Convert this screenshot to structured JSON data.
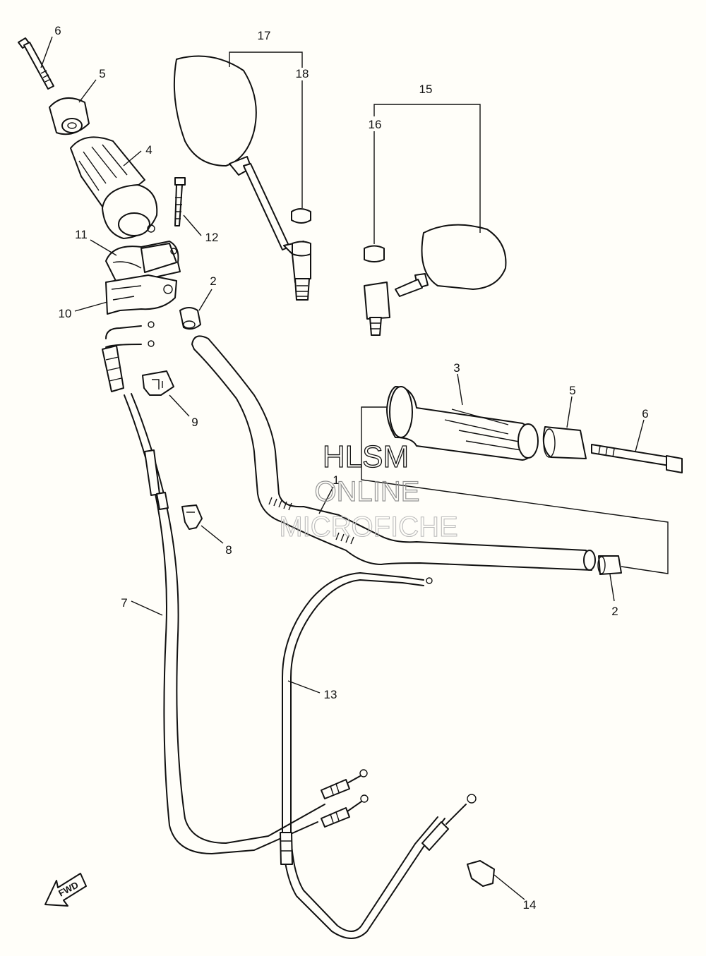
{
  "callouts": {
    "c1": "1",
    "c2a": "2",
    "c2b": "2",
    "c3": "3",
    "c4": "4",
    "c5a": "5",
    "c5b": "5",
    "c6a": "6",
    "c6b": "6",
    "c7": "7",
    "c8": "8",
    "c9": "9",
    "c10": "10",
    "c11": "11",
    "c12": "12",
    "c13": "13",
    "c14": "14",
    "c15": "15",
    "c16": "16",
    "c17": "17",
    "c18": "18"
  },
  "watermark": {
    "line1": "HLSM",
    "line2": "ONLINE",
    "line3": "MICROFICHE"
  },
  "fwd_label": "FWD"
}
